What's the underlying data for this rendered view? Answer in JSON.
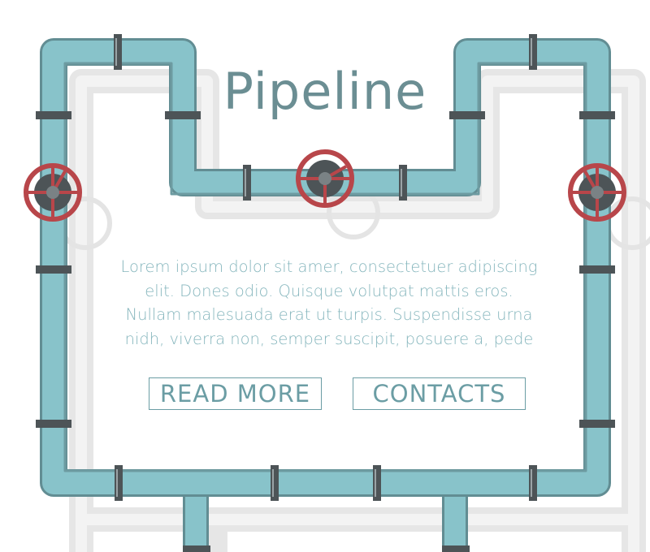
{
  "banner": {
    "title": "Pipeline",
    "body_lines": [
      "Lorem ipsum dolor sit amer, consectetuer adipiscing",
      "elit. Dones odio. Quisque volutpat mattis eros.",
      "Nullam malesuada erat ut turpis. Suspendisse urna",
      "nidh, viverra non, semper suscipit, posuere a, pede"
    ],
    "buttons": {
      "read_more": "READ MORE",
      "contacts": "CONTACTS"
    }
  },
  "colors": {
    "pipe_fill": "#88c3ca",
    "pipe_stroke": "#628d93",
    "valve_wheel": "#b8464a",
    "flange": "#4d5457",
    "shadow_pipe": "#e4e4e4",
    "text_title": "#6b8e93",
    "text_body": "#86b6bd"
  },
  "icons": [
    "valve-wheel-icon",
    "pipe-flange-icon"
  ]
}
